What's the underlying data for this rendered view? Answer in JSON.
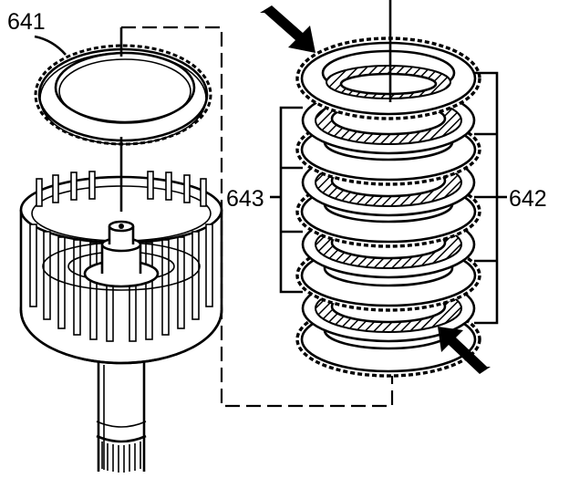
{
  "callouts": {
    "c641": "641",
    "c642": "642",
    "c643": "643"
  },
  "colors": {
    "ink": "#000000",
    "paper": "#ffffff"
  }
}
